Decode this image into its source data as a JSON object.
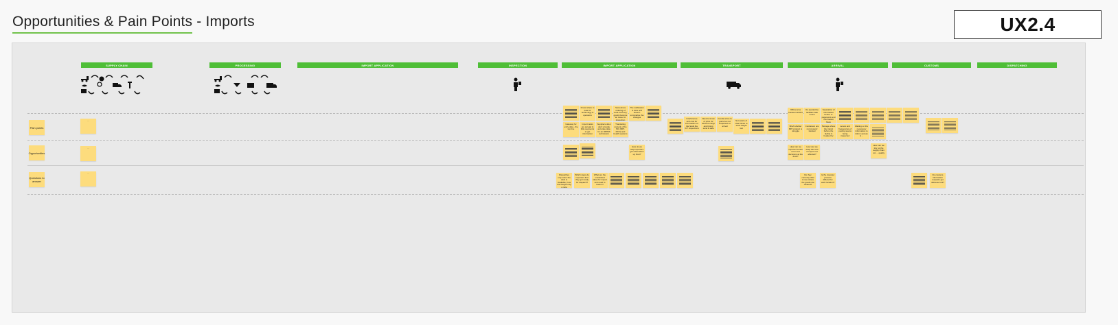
{
  "header": {
    "title": "Opportunities & Pain Points - Imports",
    "code": "UX2.4"
  },
  "stages": [
    {
      "label": "SUPPLY CHAIN"
    },
    {
      "label": "PROCESSING"
    },
    {
      "label": "IMPORT APPLICATION"
    },
    {
      "label": "Inspection"
    },
    {
      "label": "IMPORT APPLICATION"
    },
    {
      "label": "TRANSPORT"
    },
    {
      "label": "ARRIVAL"
    },
    {
      "label": "CUSTOMS"
    },
    {
      "label": "DISPATCHING"
    }
  ],
  "rows": [
    {
      "label": "Pain points"
    },
    {
      "label": "Opportunities"
    },
    {
      "label": "Questions to answer"
    }
  ],
  "notes": {
    "n1": "Know where to look for technology & operators",
    "n2": "Gateway for entry data - the top line",
    "n3": "Import tasks are spread in little segments to get information",
    "n4": "Suppliers often don't provide accurate data for an MPIMS submission",
    "n5": "Sometimes ordering of multi-currency, goods become an issue for inspection",
    "n6": "Translating content of the MC (MPI, FIFO) and health systems",
    "n7": "The notification is slow and doesn't summarise the changes",
    "n8": "Interference and cost for information on the fields the ICT inspections",
    "n9": "Need to know of price for inbound cargo and timing send & take",
    "n10": "Goods arrive to ports but not inspected on arrival",
    "n11": "Not aware of clear times to track freight lost",
    "n12": "Differences between ECIPs",
    "n13": "Brief whether MPI product is struggle",
    "n14": "Do quarantine facilities take notice",
    "n15": "Containers are not properly tracked",
    "n16": "Storage where the transit before the facility is headed by",
    "n17": "Separation of information before or paperwork and information flows",
    "n18": "Levels and frequencies of pooling teams being inspected",
    "n19": "Waiting on the necessary information to inform access & ...",
    "n20": "How do we help importers get information up front?",
    "n21": "How can we improve human error and decisions at the dock?",
    "n22": "How can we keep the cost of import not affected?",
    "n23": "How can we tidy up the supply chain not ... quality",
    "n24": "Dispatches only when the dock is available, how and freight only a note",
    "n25": "Which steps do importers find they get ready for dispatch?",
    "n26": "What are the unsatisfied ideas for import and need to track it?",
    "n27": "Do they currently offer to see where the goods are cleared?",
    "n28": "Is the importer process differed for each location?",
    "n29": "Do customs information requests get delivered out?",
    "placeholder": "..."
  }
}
